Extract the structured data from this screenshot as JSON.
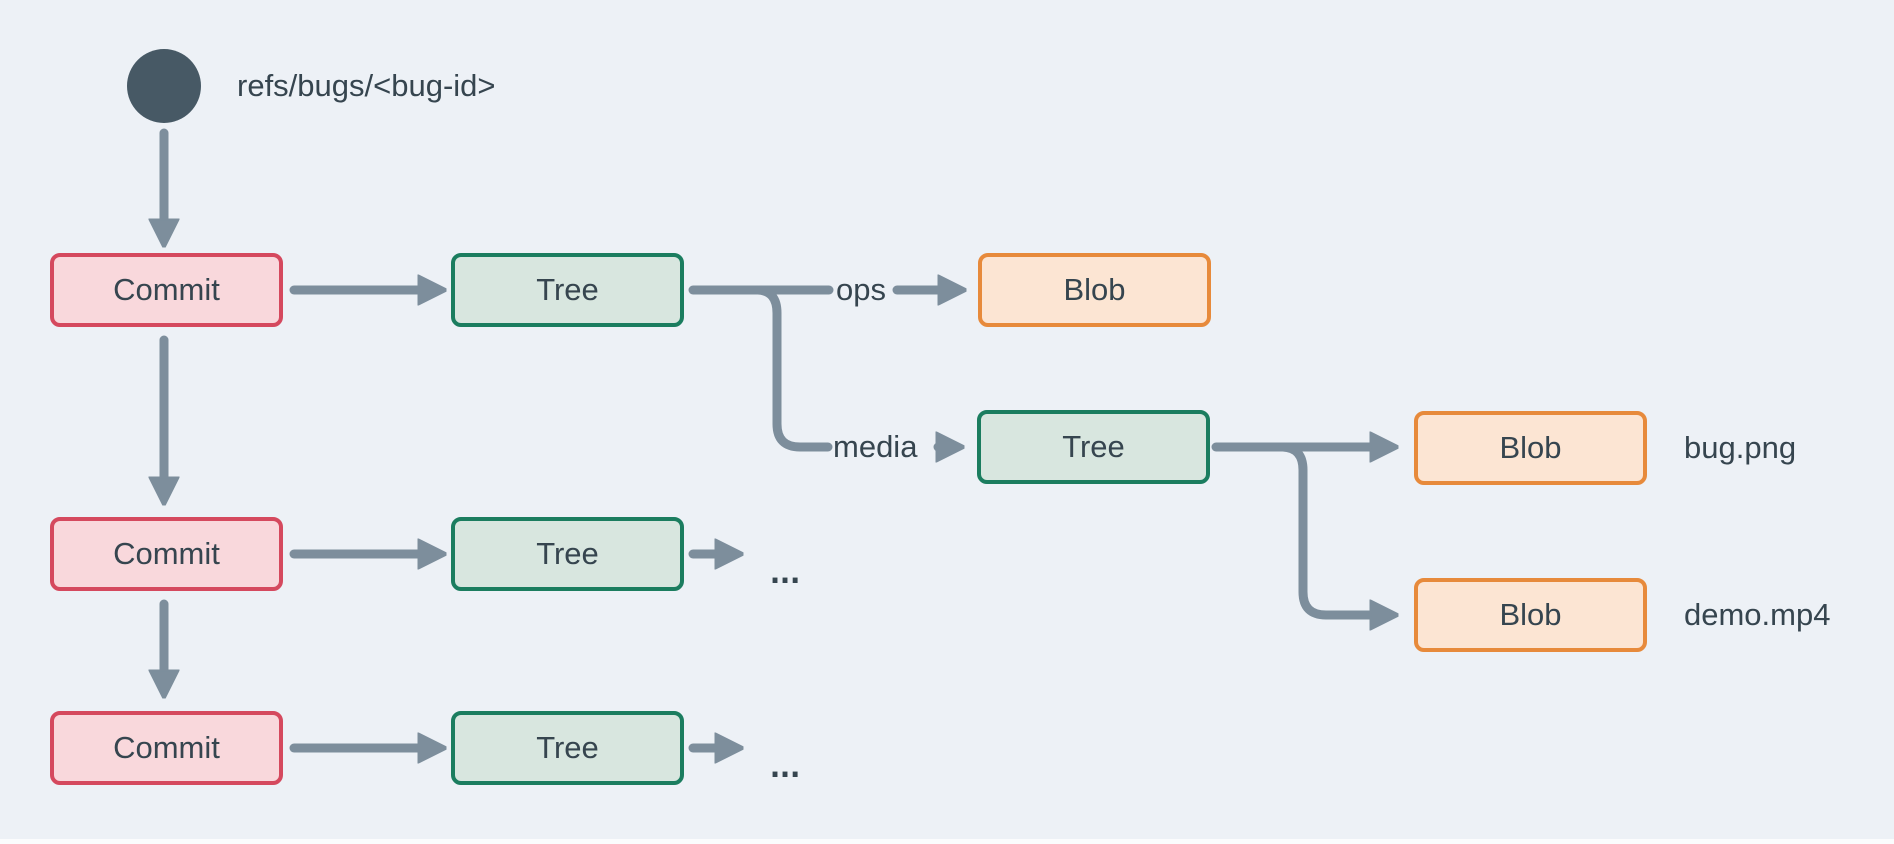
{
  "colors": {
    "bg": "#edf1f6",
    "line": "#7d8e9c",
    "text": "#36454f",
    "ref_fill": "#475965",
    "commit_fill": "#f9d8dc",
    "commit_border": "#d5495e",
    "tree_fill": "#d8e6df",
    "tree_border": "#1b7d5f",
    "blob_fill": "#fce5d3",
    "blob_border": "#e78a3b"
  },
  "ref": {
    "label": "refs/bugs/<bug-id>"
  },
  "nodes": {
    "commit1": {
      "label": "Commit"
    },
    "commit2": {
      "label": "Commit"
    },
    "commit3": {
      "label": "Commit"
    },
    "tree1": {
      "label": "Tree"
    },
    "tree2": {
      "label": "Tree"
    },
    "tree3": {
      "label": "Tree"
    },
    "tree_media": {
      "label": "Tree"
    },
    "blob_ops": {
      "label": "Blob"
    },
    "blob_bug": {
      "label": "Blob",
      "file": "bug.png"
    },
    "blob_demo": {
      "label": "Blob",
      "file": "demo.mp4"
    }
  },
  "edge_labels": {
    "ops": "ops",
    "media": "media"
  },
  "ellipsis": {
    "row2": "...",
    "row3": "..."
  }
}
